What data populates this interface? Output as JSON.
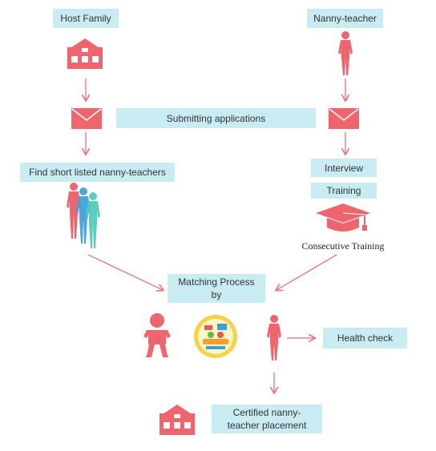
{
  "host_family_label": "Host Family",
  "nanny_teacher_label": "Nanny-teacher",
  "submitting_label": "Submitting applications",
  "find_label": "Find short listed nanny-teachers",
  "interview_label": "Interview",
  "training_label": "Training",
  "consecutive_label": "Consecutive Training",
  "matching_label_line1": "Matching Process",
  "matching_label_line2": "by",
  "health_label": "Health check",
  "certified_label_line1": "Certified nanny-",
  "certified_label_line2": "teacher placement",
  "colors": {
    "accent": "#f0646e",
    "label_bg": "#c8ecf2",
    "teal": "#4fc9b8",
    "blue": "#3aa0d6"
  }
}
